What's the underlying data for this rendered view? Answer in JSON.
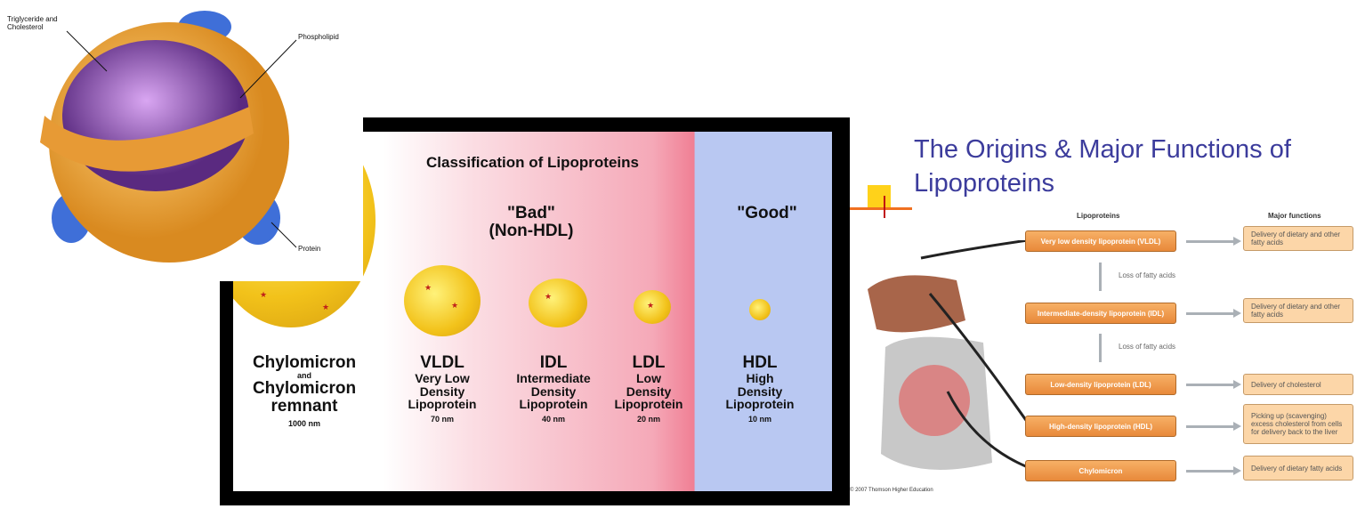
{
  "structure": {
    "labels": {
      "core": "Triglyceride and Cholesterol",
      "shell": "Phospholipid",
      "protein": "Protein"
    }
  },
  "classification": {
    "title": "Classification of Lipoproteins",
    "bad": "\"Bad\"",
    "bad_sub": "(Non-HDL)",
    "good": "\"Good\"",
    "classes": [
      {
        "abbr": "Chylomicron",
        "l1": "and",
        "l2": "Chylomicron",
        "l3": "remnant",
        "size": "1000 nm"
      },
      {
        "abbr": "VLDL",
        "l1": "Very Low",
        "l2": "Density",
        "l3": "Lipoprotein",
        "size": "70 nm"
      },
      {
        "abbr": "IDL",
        "l1": "Intermediate",
        "l2": "Density",
        "l3": "Lipoprotein",
        "size": "40 nm"
      },
      {
        "abbr": "LDL",
        "l1": "Low",
        "l2": "Density",
        "l3": "Lipoprotein",
        "size": "20 nm"
      },
      {
        "abbr": "HDL",
        "l1": "High",
        "l2": "Density",
        "l3": "Lipoprotein",
        "size": "10 nm"
      }
    ]
  },
  "slide": {
    "title": "The Origins & Major Functions of Lipoproteins",
    "col_lipoproteins": "Lipoproteins",
    "col_functions": "Major functions",
    "rows": [
      {
        "name": "Very low density lipoprotein (VLDL)",
        "function": "Delivery of dietary and other fatty acids"
      },
      {
        "name": "Intermediate-density lipoprotein (IDL)",
        "function": "Delivery of dietary and other fatty acids"
      },
      {
        "name": "Low-density lipoprotein (LDL)",
        "function": "Delivery of cholesterol"
      },
      {
        "name": "High-density lipoprotein (HDL)",
        "function": "Picking up (scavenging) excess cholesterol from cells for delivery back to the liver"
      },
      {
        "name": "Chylomicron",
        "function": "Delivery of dietary fatty acids"
      }
    ],
    "loss1": "Loss of fatty acids",
    "loss2": "Loss of fatty acids",
    "copyright": "© 2007 Thomson Higher Education"
  }
}
